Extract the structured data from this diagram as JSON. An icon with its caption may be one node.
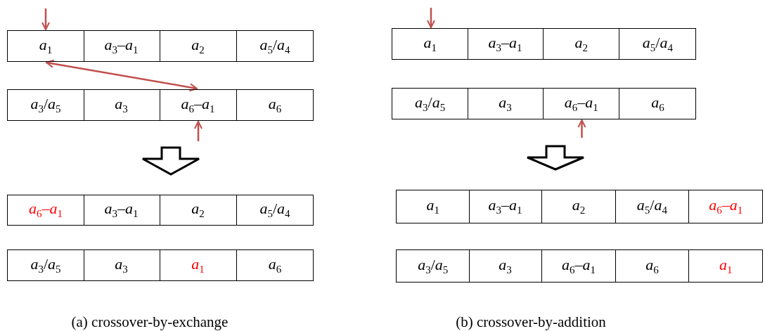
{
  "diagram": {
    "nodes": [
      {
        "text": [],
        "shape": "box"
      },
      {
        "text": [
          "*a*$_{1}$"
        ],
        "in": 0
      },
      {
        "text": [
          "*a*$_{3}$–*a*$_{1}$"
        ],
        "in": 0
      },
      {
        "text": [
          "*a*$_{2}$"
        ],
        "in": 0
      },
      {
        "text": [
          "*a*$_{5}$/*a*$_{4}$"
        ],
        "in": 0
      },
      {
        "text": [],
        "shape": "box"
      },
      {
        "text": [
          "*a*$_{3}$/*a*$_{5}$"
        ],
        "in": 5
      },
      {
        "text": [
          "*a*$_{3}$"
        ],
        "in": 5
      },
      {
        "text": [
          "*a*$_{6}$–*a*$_{1}$"
        ],
        "in": 5
      },
      {
        "text": [
          "*a*$_{6}$"
        ],
        "in": 5
      },
      {
        "text": [],
        "shape": "box"
      },
      {
        "text": [
          "*a*$_{6}$–*a*$_{1}$"
        ],
        "in": 10
      },
      {
        "text": [
          "*a*$_{3}$–*a*$_{1}$"
        ],
        "in": 10
      },
      {
        "text": [
          "*a*$_{2}$"
        ],
        "in": 10
      },
      {
        "text": [
          "*a*$_{5}$/*a*$_{4}$"
        ],
        "in": 10
      },
      {
        "text": [],
        "shape": "box"
      },
      {
        "text": [
          "*a*$_{3}$/*a*$_{5}$"
        ],
        "in": 15
      },
      {
        "text": [
          "*a*$_{3}$"
        ],
        "in": 15
      },
      {
        "text": [
          "*a*$_{1}$"
        ],
        "in": 15
      },
      {
        "text": [
          "*a*$_{6}$"
        ],
        "in": 15
      },
      {
        "text": [],
        "shape": "box"
      },
      {
        "text": [
          "*a*$_{1}$"
        ],
        "in": 20
      },
      {
        "text": [
          "*a*$_{3}$–*a*$_{1}$"
        ],
        "in": 20
      },
      {
        "text": [
          "*a*$_{2}$"
        ],
        "in": 20
      },
      {
        "text": [
          "*a*$_{5}$/*a*$_{4}$"
        ],
        "in": 20
      },
      {
        "text": [],
        "shape": "box"
      },
      {
        "text": [
          "*a*$_{3}$/*a*$_{5}$"
        ],
        "in": 25
      },
      {
        "text": [
          "*a*$_{3}$"
        ],
        "in": 25
      },
      {
        "text": [
          "*a*$_{6}$–*a*$_{1}$"
        ],
        "in": 25
      },
      {
        "text": [
          "*a*$_{6}$"
        ],
        "in": 25
      },
      {
        "text": [],
        "shape": "box"
      },
      {
        "text": [
          "*a*$_{1}$"
        ],
        "in": 30
      },
      {
        "text": [
          "*a*$_{3}$–*a*$_{1}$"
        ],
        "in": 30
      },
      {
        "text": [
          "*a*$_{2}$"
        ],
        "in": 30
      },
      {
        "text": [
          "*a*$_{5}$/*a*$_{4}$"
        ],
        "in": 30
      },
      {
        "text": [
          "*a*$_{6}$–*a*$_{1}$"
        ],
        "in": 30
      },
      {
        "text": [],
        "shape": "box"
      },
      {
        "text": [
          "*a*$_{3}$/*a*$_{5}$"
        ],
        "in": 36
      },
      {
        "text": [
          "*a*$_{3}$"
        ],
        "in": 36
      },
      {
        "text": [
          "*a*$_{6}$–*a*$_{1}$"
        ],
        "in": 36
      },
      {
        "text": [
          "*a*$_{6}$"
        ],
        "in": 36
      },
      {
        "text": [
          "*a*$_{1}$"
        ],
        "in": 36
      }
    ],
    "edges": [
      {
        "from": null,
        "to": 1,
        "arrow": "to"
      },
      {
        "from": 1,
        "to": 8,
        "arrow": "both"
      },
      {
        "from": null,
        "to": 8,
        "arrow": "to"
      },
      {
        "from": 5,
        "to": 10,
        "arrow": "to",
        "style": "thick",
        "color": "#000000"
      },
      {
        "from": null,
        "to": 21,
        "arrow": "to"
      },
      {
        "from": null,
        "to": 28,
        "arrow": "to"
      },
      {
        "from": 25,
        "to": 30,
        "arrow": "to",
        "style": "thick",
        "color": "#000000"
      }
    ],
    "labels": [
      "(a) crossover-by-exchange",
      "(b) crossover-by-addition"
    ]
  }
}
